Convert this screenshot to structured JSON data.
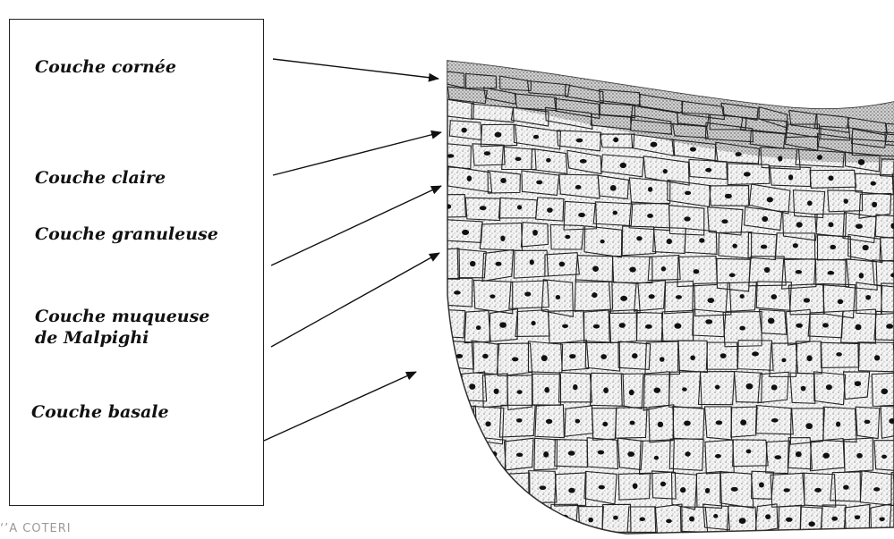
{
  "labels": {
    "cornee": "Couche cornée",
    "claire": "Couche claire",
    "granuleuse": "Couche granuleuse",
    "muqueuse_line1": "Couche muqueuse",
    "muqueuse_line2": "de Malpighi",
    "basale": "Couche basale"
  },
  "footer": "‘’A COTERI"
}
